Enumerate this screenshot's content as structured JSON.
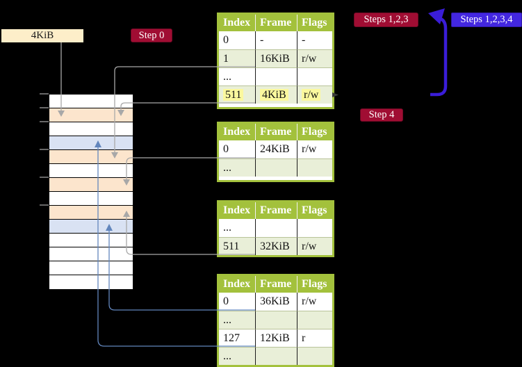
{
  "labels": {
    "page_size": "4KiB",
    "step0": "Step 0",
    "steps123": "Steps 1,2,3",
    "steps1234": "Steps 1,2,3,4",
    "step4": "Step 4"
  },
  "colors": {
    "badge_red": "#a00d33",
    "badge_blue": "#4327e0",
    "arrow_blue": "#3a1dd8",
    "line_gray": "#a8a8a8",
    "line_blue": "#6286bd",
    "table_header_green": "#a3c13c",
    "table_row_green": "#e9efd8",
    "highlight_yellow": "#fbf89e",
    "memory_peach": "#fce5cd",
    "memory_blue": "#d9e2f3",
    "label_cream": "#fdeec9"
  },
  "memory": {
    "row_colors": [
      "white",
      "peach",
      "white",
      "blue",
      "peach",
      "white",
      "peach",
      "white",
      "peach",
      "blue",
      "white",
      "white",
      "white",
      "white"
    ]
  },
  "tables": [
    {
      "headers": [
        "Index",
        "Frame",
        "Flags"
      ],
      "rows": [
        {
          "cells": [
            "0",
            "-",
            "-"
          ],
          "shaded": false,
          "highlighted": false
        },
        {
          "cells": [
            "1",
            "16KiB",
            "r/w"
          ],
          "shaded": true,
          "highlighted": false
        },
        {
          "cells": [
            "...",
            "",
            ""
          ],
          "shaded": false,
          "highlighted": false
        },
        {
          "cells": [
            "511",
            "4KiB",
            "r/w"
          ],
          "shaded": true,
          "highlighted": true
        }
      ]
    },
    {
      "headers": [
        "Index",
        "Frame",
        "Flags"
      ],
      "rows": [
        {
          "cells": [
            "0",
            "24KiB",
            "r/w"
          ],
          "shaded": false,
          "highlighted": false
        },
        {
          "cells": [
            "...",
            "",
            ""
          ],
          "shaded": true,
          "highlighted": false
        }
      ]
    },
    {
      "headers": [
        "Index",
        "Frame",
        "Flags"
      ],
      "rows": [
        {
          "cells": [
            "...",
            "",
            ""
          ],
          "shaded": false,
          "highlighted": false
        },
        {
          "cells": [
            "511",
            "32KiB",
            "r/w"
          ],
          "shaded": true,
          "highlighted": false
        }
      ]
    },
    {
      "headers": [
        "Index",
        "Frame",
        "Flags"
      ],
      "rows": [
        {
          "cells": [
            "0",
            "36KiB",
            "r/w"
          ],
          "shaded": false,
          "highlighted": false
        },
        {
          "cells": [
            "...",
            "",
            ""
          ],
          "shaded": true,
          "highlighted": false
        },
        {
          "cells": [
            "127",
            "12KiB",
            "r"
          ],
          "shaded": false,
          "highlighted": false
        },
        {
          "cells": [
            "...",
            "",
            ""
          ],
          "shaded": true,
          "highlighted": false
        }
      ]
    }
  ]
}
